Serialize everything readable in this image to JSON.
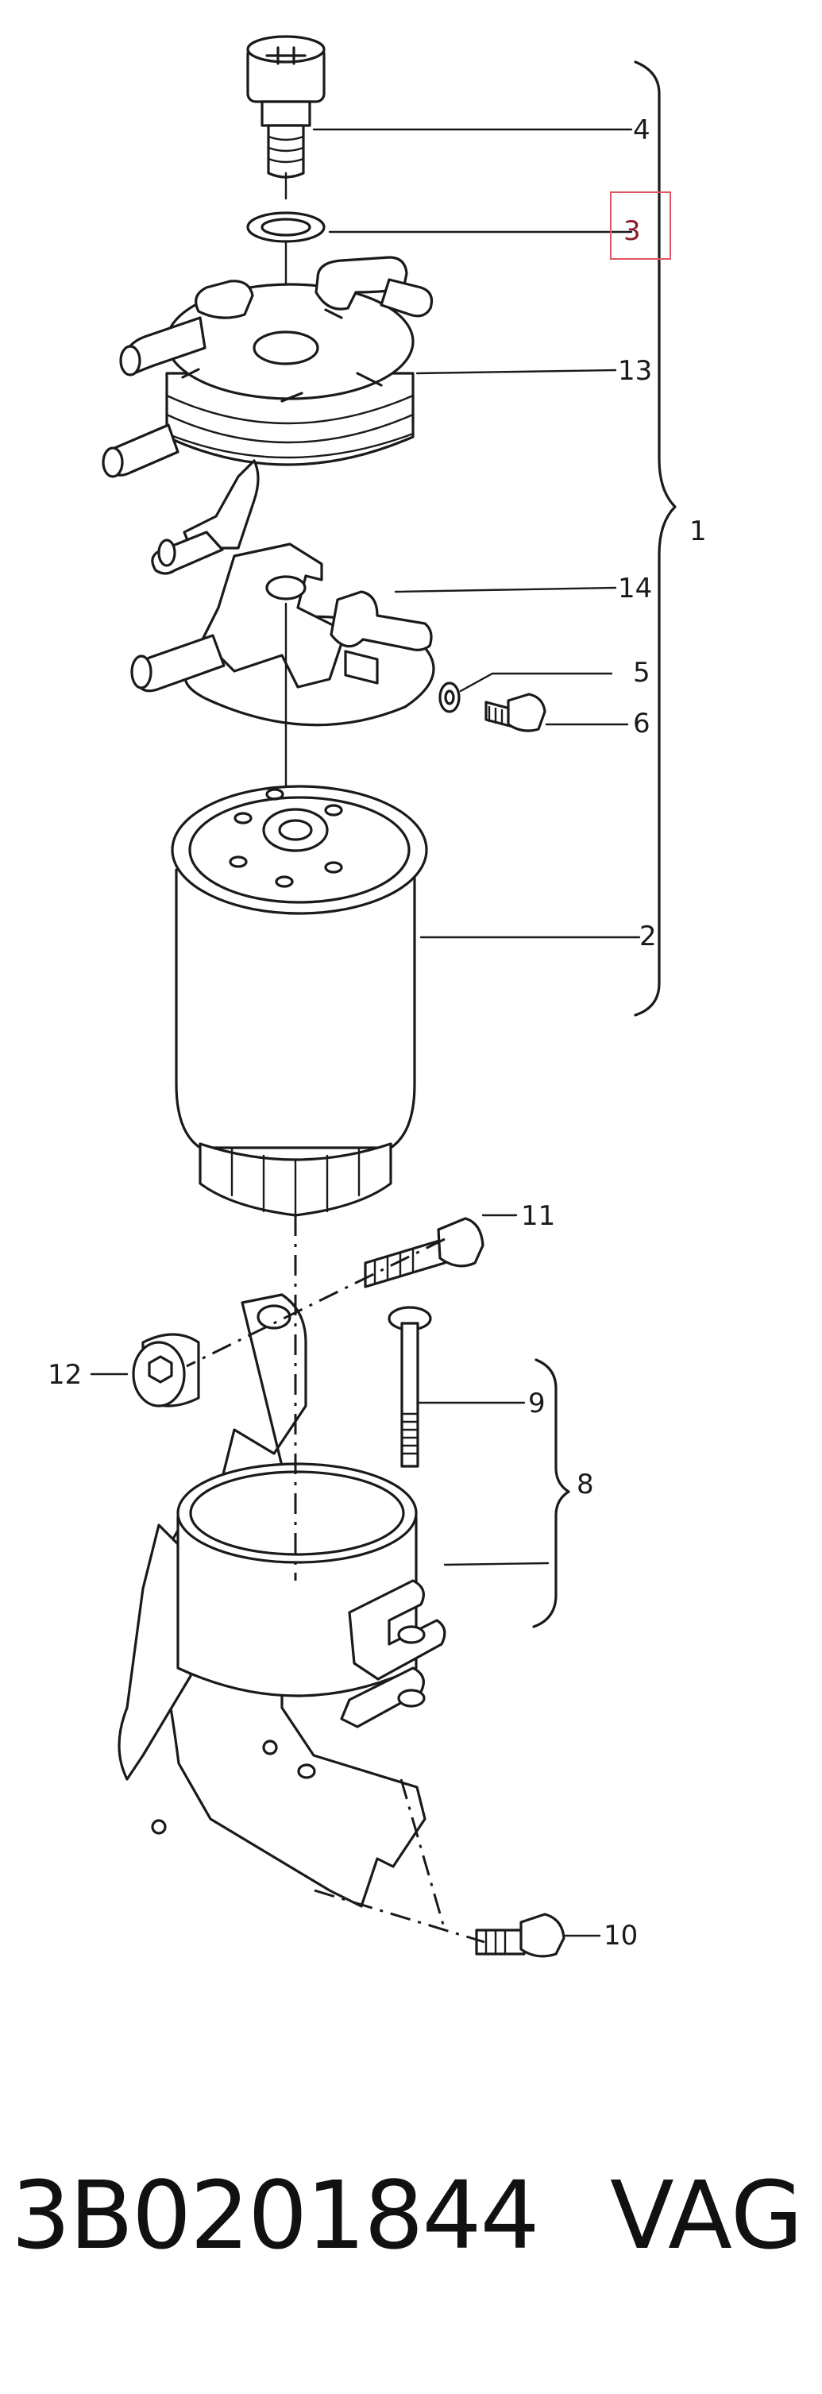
{
  "diagram": {
    "callouts": [
      {
        "id": "4",
        "label": "4"
      },
      {
        "id": "3",
        "label": "3",
        "highlighted": true
      },
      {
        "id": "13",
        "label": "13"
      },
      {
        "id": "1",
        "label": "1"
      },
      {
        "id": "14",
        "label": "14"
      },
      {
        "id": "5",
        "label": "5"
      },
      {
        "id": "6",
        "label": "6"
      },
      {
        "id": "2",
        "label": "2"
      },
      {
        "id": "11",
        "label": "11"
      },
      {
        "id": "12",
        "label": "12"
      },
      {
        "id": "9",
        "label": "9"
      },
      {
        "id": "8",
        "label": "8"
      },
      {
        "id": "10",
        "label": "10"
      }
    ],
    "highlight_color": "#e05560"
  },
  "footer": {
    "part_number": "3B0201844",
    "brand": "VAG"
  }
}
